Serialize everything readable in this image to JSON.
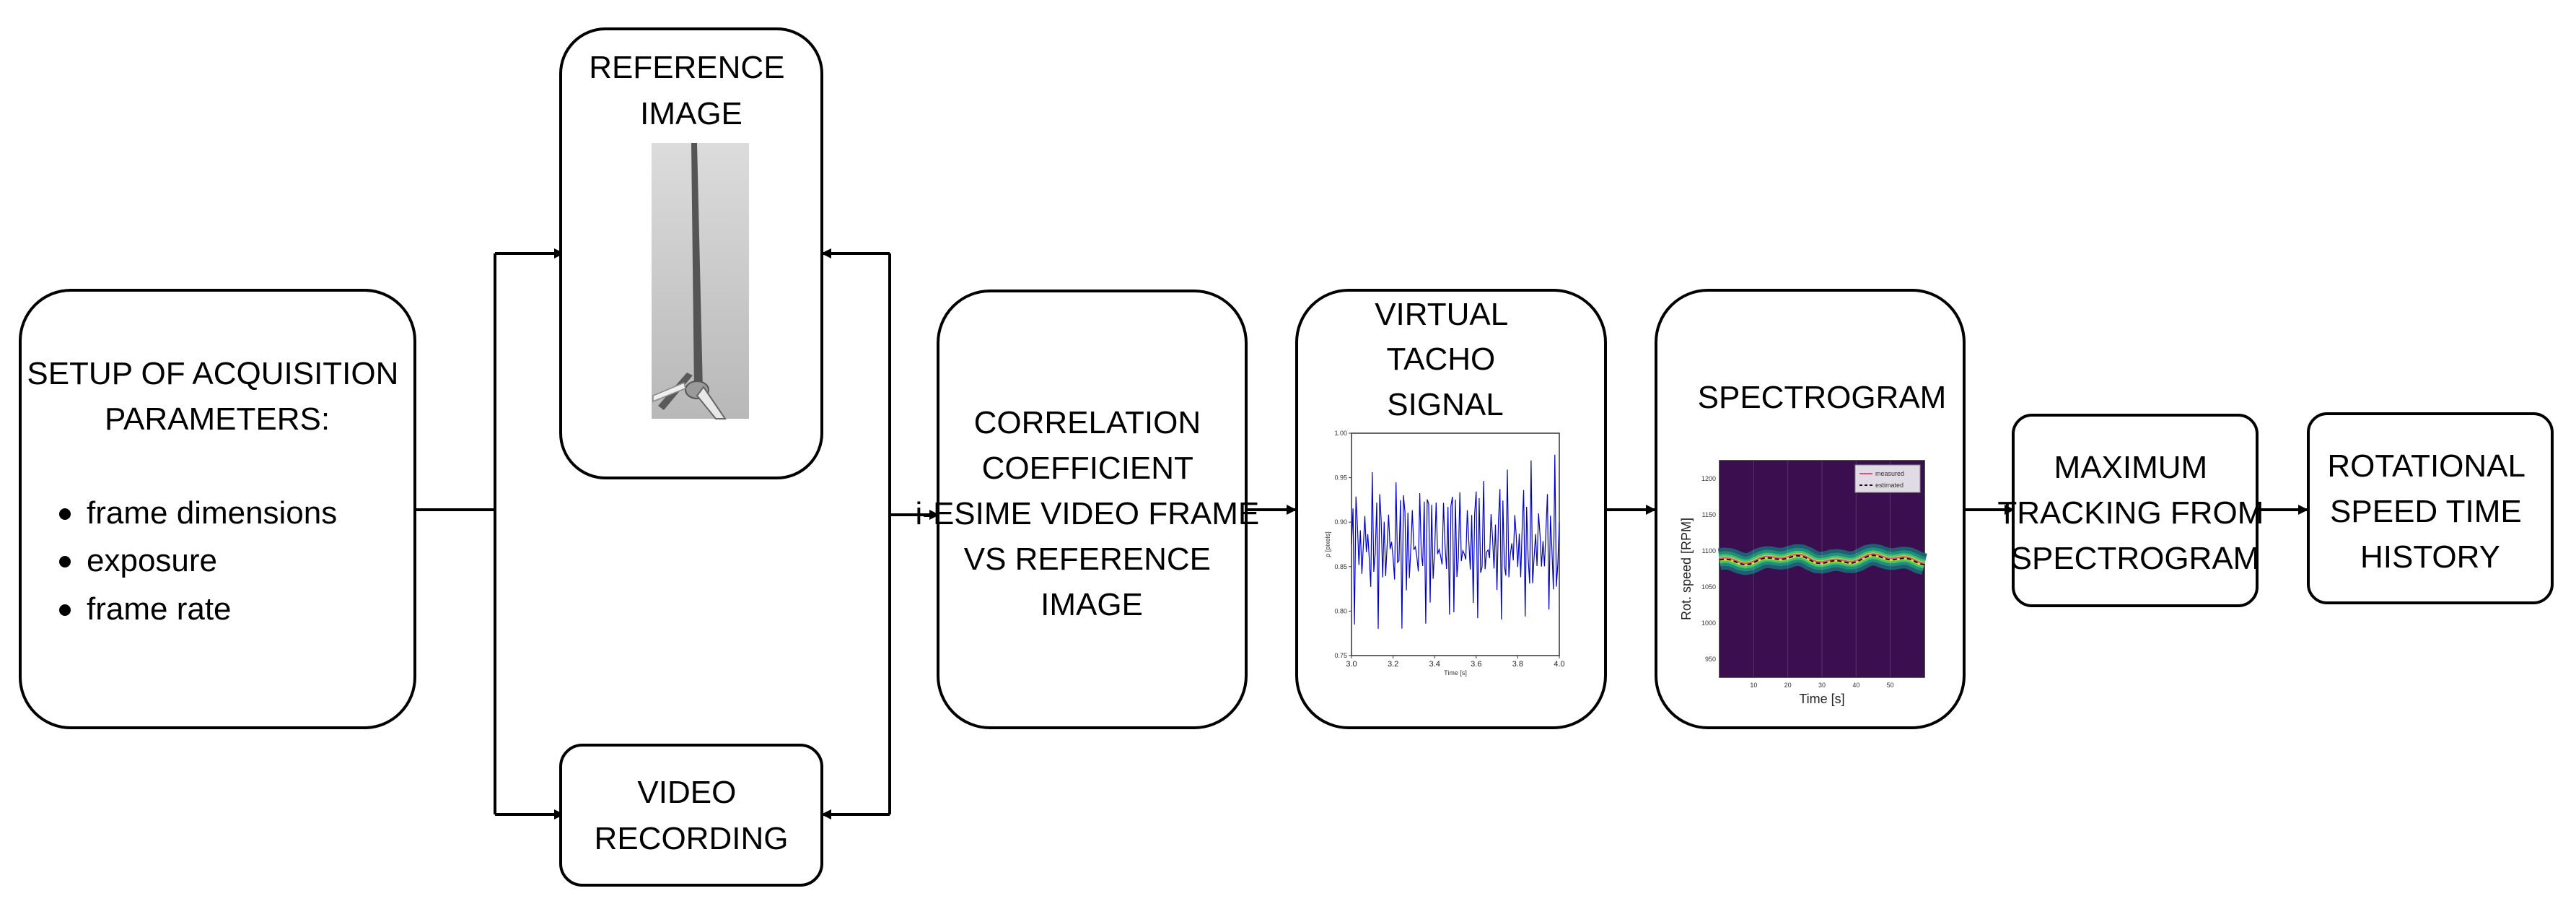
{
  "boxes": {
    "setup": {
      "title_lines": [
        "SETUP  OF ACQUISITION",
        "PARAMETERS:"
      ],
      "bullets": [
        "frame dimensions",
        "exposure",
        "frame rate"
      ]
    },
    "reference": {
      "title_lines": [
        "REFERENCE",
        "IMAGE"
      ]
    },
    "video": {
      "title_lines": [
        "VIDEO",
        "RECORDING"
      ]
    },
    "correlation": {
      "title_lines": [
        "CORRELATION",
        "COEFFICIENT",
        "i-ESIME VIDEO FRAME",
        "VS REFERENCE",
        "IMAGE"
      ]
    },
    "tacho": {
      "title_lines": [
        "VIRTUAL",
        "TACHO",
        "SIGNAL"
      ]
    },
    "spectrogram": {
      "title_lines": [
        "SPECTROGRAM"
      ]
    },
    "maxtrack": {
      "title_lines": [
        "MAXIMUM",
        "TRACKING FROM",
        "SPECTROGRAM"
      ]
    },
    "rotational": {
      "title_lines": [
        "ROTATIONAL",
        "SPEED TIME",
        "HISTORY"
      ]
    }
  },
  "chart_data": [
    {
      "type": "line",
      "xlabel": "Time [s]",
      "ylabel": "ρ [pixels]",
      "xlim": [
        3.0,
        4.0
      ],
      "ylim": [
        0.75,
        1.0
      ],
      "x_ticks": [
        "3.0",
        "3.2",
        "3.4",
        "3.6",
        "3.8",
        "4.0"
      ],
      "y_ticks": [
        "0.75",
        "0.80",
        "0.85",
        "0.90",
        "0.95",
        "1.00"
      ],
      "series": [
        {
          "color": "#0000cc",
          "pattern": "oscillating",
          "samples": 140
        }
      ]
    },
    {
      "type": "heatmap",
      "xlabel": "Time [s]",
      "ylabel": "Rot. speed [RPM]",
      "x_ticks": [
        "10",
        "20",
        "30",
        "40",
        "50"
      ],
      "y_ticks": [
        "950",
        "1000",
        "1050",
        "1100",
        "1150",
        "1200"
      ],
      "legend": [
        "measured",
        "estimated"
      ],
      "legend_position": "top-right",
      "background_color": "#3b0f4f",
      "series": [
        {
          "name": "measured",
          "color": "#e05080"
        },
        {
          "name": "estimated",
          "color": "#111111"
        }
      ]
    }
  ]
}
